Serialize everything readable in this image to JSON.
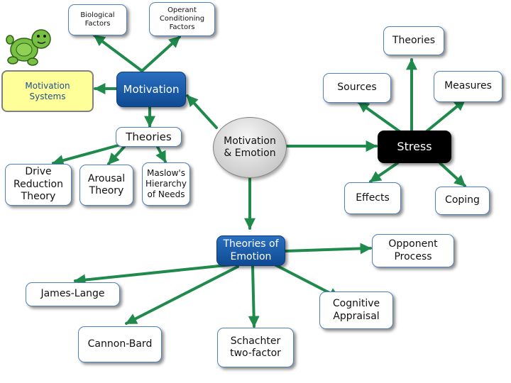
{
  "concept_map": {
    "nodes": {
      "biological_factors": "Biological\nFactors",
      "operant_conditioning": "Operant\nConditioning\nFactors",
      "motivation_systems": "Motivation\nSystems",
      "motivation": "Motivation",
      "theories_motivation": "Theories",
      "drive_reduction": "Drive\nReduction\nTheory",
      "arousal_theory": "Arousal\nTheory",
      "maslow": "Maslow's\nHierarchy\nof Needs",
      "motivation_emotion": "Motivation\n& Emotion",
      "theories_stress": "Theories",
      "sources": "Sources",
      "measures": "Measures",
      "stress": "Stress",
      "effects": "Effects",
      "coping": "Coping",
      "theories_emotion": "Theories of\nEmotion",
      "opponent_process": "Opponent\nProcess",
      "james_lange": "James-Lange",
      "cognitive_appraisal": "Cognitive\nAppraisal",
      "cannon_bard": "Cannon-Bard",
      "schachter": "Schachter\ntwo-factor"
    }
  },
  "colors": {
    "arrow": "#1f8a4c",
    "node_border": "#4f81bd",
    "motivation_fill": "#1a5ca8",
    "systems_fill": "#ffff99",
    "stress_fill": "#000000",
    "mascot": "#77c043"
  },
  "icons": {
    "mascot": "green-turtle-mascot"
  }
}
